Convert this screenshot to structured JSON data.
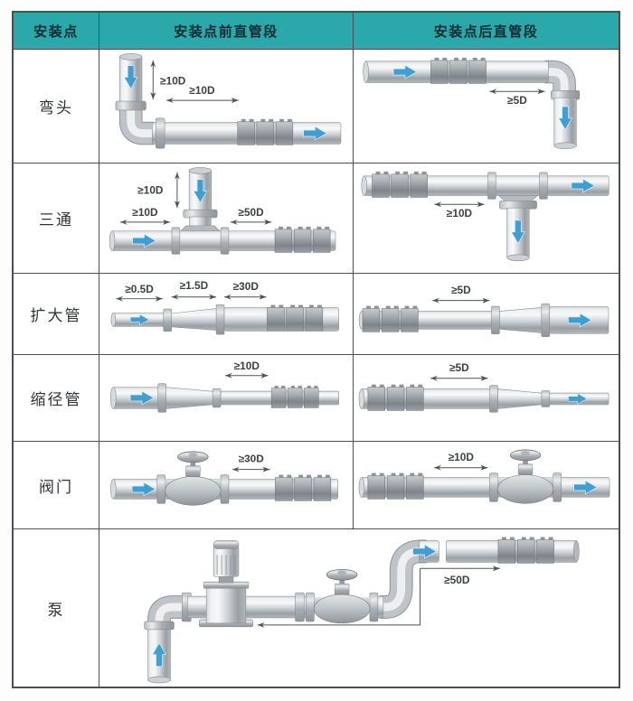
{
  "header": {
    "installation_point": "安装点",
    "upstream": "安装点前直管段",
    "downstream": "安装点后直管段"
  },
  "rows": [
    {
      "name": "弯头",
      "upstream_labels": [
        "≥10D",
        "≥10D"
      ],
      "downstream_labels": [
        "≥5D"
      ]
    },
    {
      "name": "三通",
      "upstream_labels": [
        "≥10D",
        "≥10D",
        "≥50D"
      ],
      "downstream_labels": [
        "≥10D"
      ]
    },
    {
      "name": "扩大管",
      "upstream_labels": [
        "≥0.5D",
        "≥1.5D",
        "≥30D"
      ],
      "downstream_labels": [
        "≥5D"
      ]
    },
    {
      "name": "缩径管",
      "upstream_labels": [
        "≥10D"
      ],
      "downstream_labels": [
        "≥5D"
      ]
    },
    {
      "name": "阀门",
      "upstream_labels": [
        "≥30D"
      ],
      "downstream_labels": [
        "≥10D"
      ]
    },
    {
      "name": "泵",
      "labels": [
        "≥50D"
      ]
    }
  ],
  "colors": {
    "header_bg": "#2BA8A9",
    "header_text": "#0E2B31",
    "border": "#4A4F53",
    "flow_arrow_blue": "#3F9ED2",
    "dimension_text": "#3C4146",
    "pipe_gray_light": "#F7F8F9",
    "pipe_gray_dark": "#999FA4"
  }
}
